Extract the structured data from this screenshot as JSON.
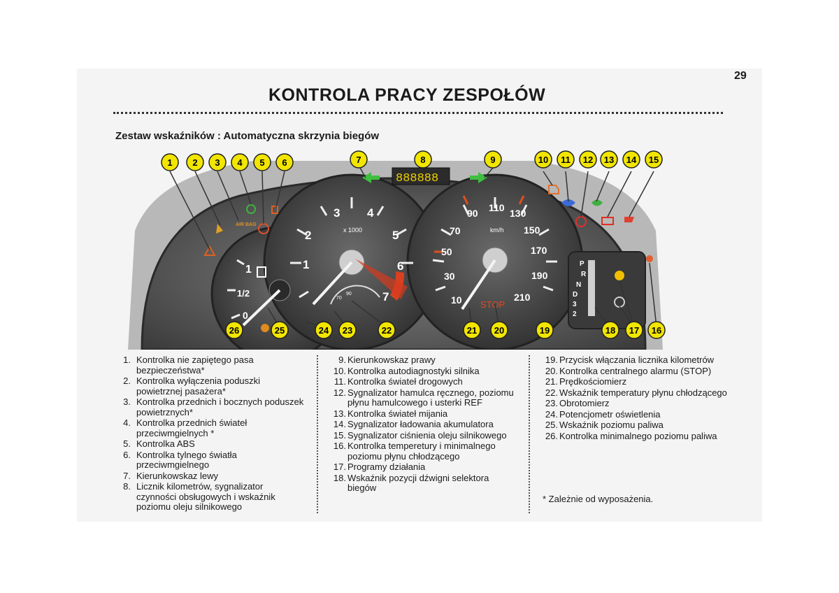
{
  "page": {
    "number": "29",
    "title": "KONTROLA PRACY ZESPOŁÓW",
    "subtitle": "Zestaw wskaźników : Automatyczna skrzynia biegów",
    "footnote": "* Zależnie od wyposażenia."
  },
  "dashboard": {
    "tacho_labels": [
      "1",
      "2",
      "3",
      "4",
      "5",
      "6",
      "7"
    ],
    "tacho_unit": "x 1000",
    "speedo_labels": [
      "10",
      "30",
      "50",
      "70",
      "90",
      "110",
      "130",
      "150",
      "170",
      "190",
      "210"
    ],
    "speedo_unit": "km/h",
    "fuel_labels": [
      "0",
      "1/2",
      "1"
    ],
    "temp_labels": [
      "70",
      "90"
    ],
    "odometer": "888888",
    "stop_label": "STOP",
    "gear_labels": [
      "P",
      "R",
      "N",
      "D",
      "3",
      "2"
    ],
    "airbag_label": "AIR BAG",
    "callouts": [
      "1",
      "2",
      "3",
      "4",
      "5",
      "6",
      "7",
      "8",
      "9",
      "10",
      "11",
      "12",
      "13",
      "14",
      "15",
      "16",
      "17",
      "18",
      "19",
      "20",
      "21",
      "22",
      "23",
      "24",
      "25",
      "26"
    ],
    "callout_color": "#f2e600"
  },
  "legend": {
    "col1": [
      {
        "n": "1.",
        "t": "Kontrolka nie zapiętego pasa bezpieczeństwa*"
      },
      {
        "n": "2.",
        "t": "Kontrolka wyłączenia poduszki powietrznej pasażera*"
      },
      {
        "n": "3.",
        "t": "Kontrolka przednich i bocznych poduszek powietrznych*"
      },
      {
        "n": "4.",
        "t": "Kontrolka przednich świateł przeciwmgielnych *"
      },
      {
        "n": "5.",
        "t": "Kontrolka ABS"
      },
      {
        "n": "6.",
        "t": "Kontrolka tylnego światła przeciwmgielnego"
      },
      {
        "n": "7.",
        "t": "Kierunkowskaz lewy"
      },
      {
        "n": "8.",
        "t": "Licznik kilometrów, sygnalizator czynności obsługowych i wskaźnik poziomu oleju silnikowego"
      }
    ],
    "col2": [
      {
        "n": "9.",
        "t": "Kierunkowskaz prawy"
      },
      {
        "n": "10.",
        "t": "Kontrolka autodiagnostyki silnika"
      },
      {
        "n": "11.",
        "t": "Kontrolka świateł drogowych"
      },
      {
        "n": "12.",
        "t": "Sygnalizator hamulca ręcznego, poziomu płynu hamulcowego i usterki REF"
      },
      {
        "n": "13.",
        "t": "Kontrolka świateł mijania"
      },
      {
        "n": "14.",
        "t": "Sygnalizator ładowania akumulatora"
      },
      {
        "n": "15.",
        "t": "Sygnalizator ciśnienia oleju silnikowego"
      },
      {
        "n": "16.",
        "t": "Kontrolka temperetury i minimalnego poziomu płynu chłodzącego"
      },
      {
        "n": "17.",
        "t": "Programy działania"
      },
      {
        "n": "18.",
        "t": "Wskaźnik pozycji dźwigni selektora biegów"
      }
    ],
    "col3": [
      {
        "n": "19.",
        "t": "Przycisk włączania licznika kilometrów"
      },
      {
        "n": "20.",
        "t": "Kontrolka centralnego alarmu (STOP)"
      },
      {
        "n": "21.",
        "t": "Prędkościomierz"
      },
      {
        "n": "22.",
        "t": "Wskaźnik temperatury płynu chłodzącego"
      },
      {
        "n": "23.",
        "t": "Obrotomierz"
      },
      {
        "n": "24.",
        "t": "Potencjometr oświetlenia"
      },
      {
        "n": "25.",
        "t": "Wskaźnik poziomu paliwa"
      },
      {
        "n": "26.",
        "t": "Kontrolka minimalnego poziomu paliwa"
      }
    ]
  }
}
